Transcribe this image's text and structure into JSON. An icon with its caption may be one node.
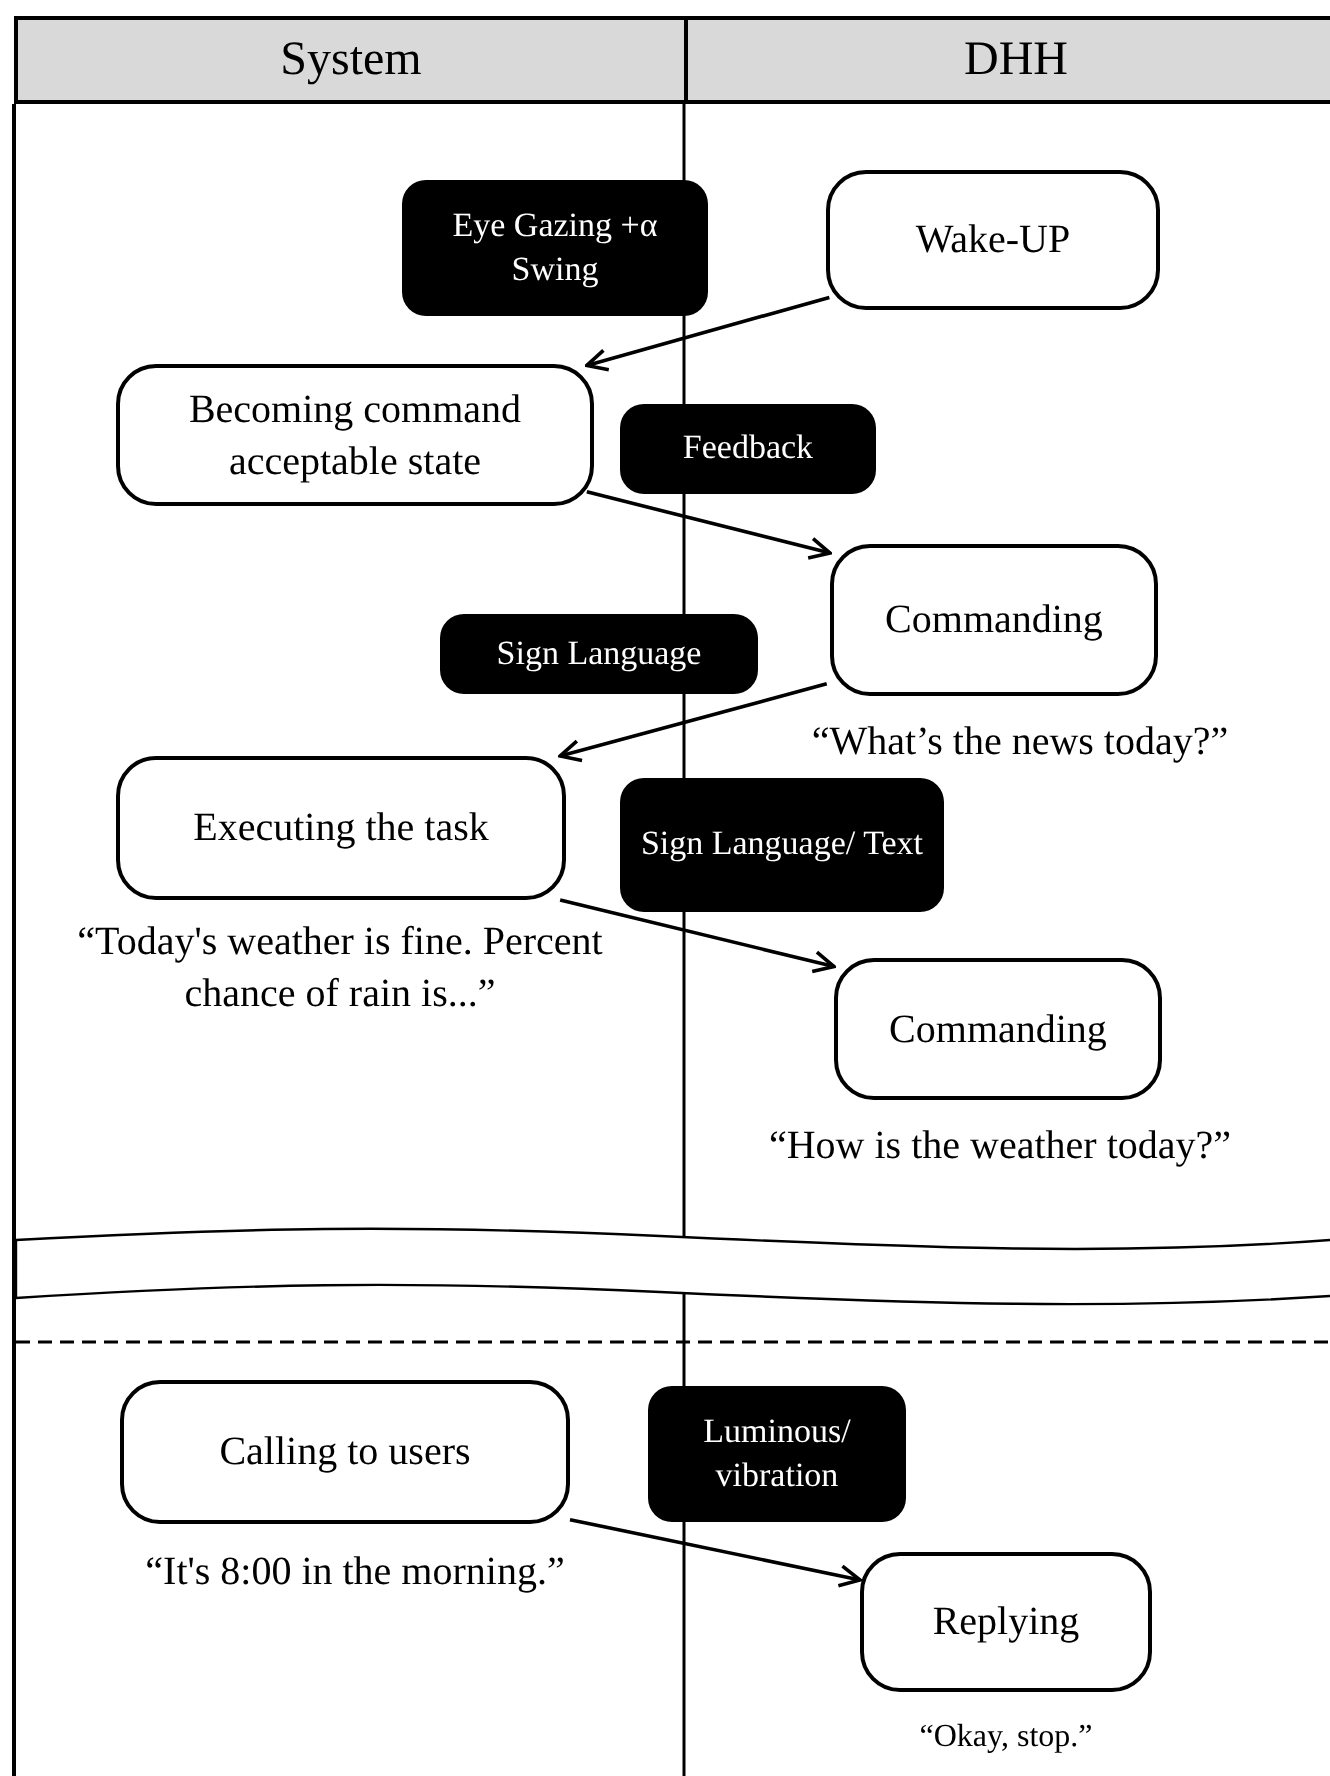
{
  "diagram": {
    "nodes": [
      {
        "text": [
          "System"
        ]
      },
      {
        "text": [
          "DHH"
        ]
      },
      {
        "text": [
          "Eye Gazing +α Swing"
        ]
      },
      {
        "text": [
          "Wake-UP"
        ]
      },
      {
        "text": [
          "Becoming command acceptable state"
        ]
      },
      {
        "text": [
          "Feedback"
        ]
      },
      {
        "text": [
          "Commanding"
        ],
        "beside": [
          "“What’s the news today?”"
        ]
      },
      {
        "text": [
          "Sign Language"
        ]
      },
      {
        "text": [
          "Executing the task"
        ],
        "beside": [
          "“Today's weather is fine. Percent chance of rain is...”"
        ]
      },
      {
        "text": [
          "Sign Language/ Text"
        ]
      },
      {
        "text": [
          "Commanding"
        ],
        "beside": [
          "“How is the weather today?”"
        ]
      },
      {
        "text": [
          "Calling to users"
        ],
        "beside": [
          "“It's 8:00 in the morning.”"
        ]
      },
      {
        "text": [
          "Luminous/ vibration"
        ]
      },
      {
        "text": [
          "Replying"
        ],
        "beside": [
          "“Okay, stop.”"
        ]
      }
    ],
    "edges": [
      {
        "from": 3,
        "to": 4,
        "arrow": "to"
      },
      {
        "from": 4,
        "to": 6,
        "arrow": "to"
      },
      {
        "from": 6,
        "to": 8,
        "arrow": "to"
      },
      {
        "from": 8,
        "to": 10,
        "arrow": "to"
      },
      {
        "from": 11,
        "to": 13,
        "arrow": "to"
      }
    ]
  }
}
